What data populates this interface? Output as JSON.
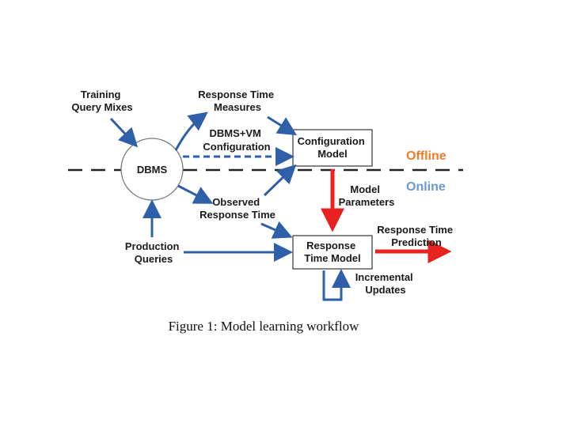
{
  "diagram": {
    "nodes": {
      "dbms": "DBMS",
      "config_model": [
        "Configuration",
        "Model"
      ],
      "rt_model": [
        "Response",
        "Time Model"
      ]
    },
    "labels": {
      "training": [
        "Training",
        "Query Mixes"
      ],
      "rt_measures": [
        "Response Time",
        "Measures"
      ],
      "dbms_vm": [
        "DBMS+VM",
        "Configuration"
      ],
      "observed": [
        "Observed",
        "Response Time"
      ],
      "production": [
        "Production",
        "Queries"
      ],
      "model_params": [
        "Model",
        "Parameters"
      ],
      "rt_prediction": [
        "Response Time",
        "Prediction"
      ],
      "incremental": [
        "Incremental",
        "Updates"
      ],
      "offline": "Offline",
      "online": "Online"
    },
    "caption": "Figure 1: Model learning workflow"
  },
  "colors": {
    "arrow_blue": "#2e5fa8",
    "arrow_red": "#e8231f",
    "offline": "#f07c2a",
    "online": "#6b9ad1"
  }
}
